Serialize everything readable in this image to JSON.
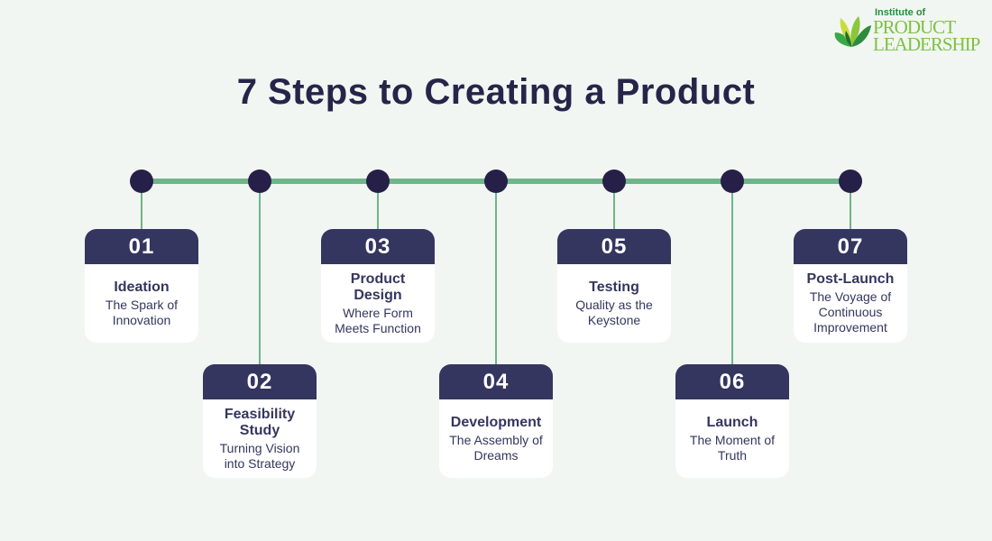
{
  "title": "7 Steps to Creating a Product",
  "logo": {
    "line1": "Institute of",
    "line2": "PRODUCT",
    "line3": "LEADERSHIP"
  },
  "colors": {
    "background": "#f1f6f2",
    "navy": "#34365f",
    "dot": "#261f47",
    "line": "#6fb58a"
  },
  "steps": [
    {
      "num": "01",
      "title": "Ideation",
      "subtitle": "The Spark of Innovation"
    },
    {
      "num": "02",
      "title": "Feasibility Study",
      "subtitle": "Turning Vision into Strategy"
    },
    {
      "num": "03",
      "title": "Product Design",
      "subtitle": "Where Form Meets Function"
    },
    {
      "num": "04",
      "title": "Development",
      "subtitle": "The Assembly of Dreams"
    },
    {
      "num": "05",
      "title": "Testing",
      "subtitle": "Quality as the Keystone"
    },
    {
      "num": "06",
      "title": "Launch",
      "subtitle": "The Moment of Truth"
    },
    {
      "num": "07",
      "title": "Post-Launch",
      "subtitle": "The Voyage of Continuous Improvement"
    }
  ]
}
